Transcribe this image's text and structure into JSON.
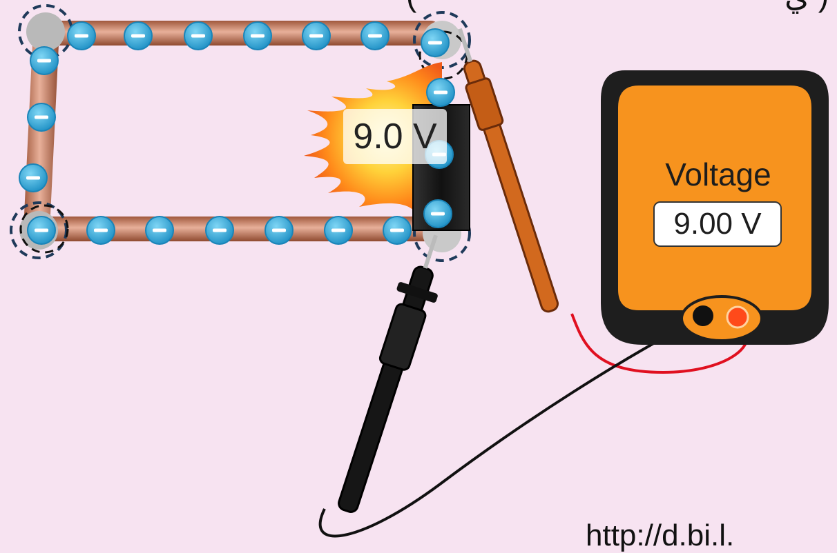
{
  "battery": {
    "voltage_label": "9.0 V"
  },
  "voltmeter": {
    "title": "Voltage",
    "reading": "9.00 V"
  },
  "top_partial": {
    "left_text": "(",
    "right_text": "ي )"
  },
  "footer": {
    "url_text": "http://d.bi.l."
  },
  "colors": {
    "background": "#f7e3f1",
    "wire": "#c07a5a",
    "electron": "#29a8dc",
    "meter_body": "#1e1e1e",
    "meter_face": "#f7931e",
    "probe_red": "#d2691e",
    "probe_black": "#111111",
    "lead_red": "#e01020"
  },
  "icons": [
    "electron-icon",
    "fire-icon",
    "battery-icon",
    "probe-red-icon",
    "probe-black-icon"
  ]
}
